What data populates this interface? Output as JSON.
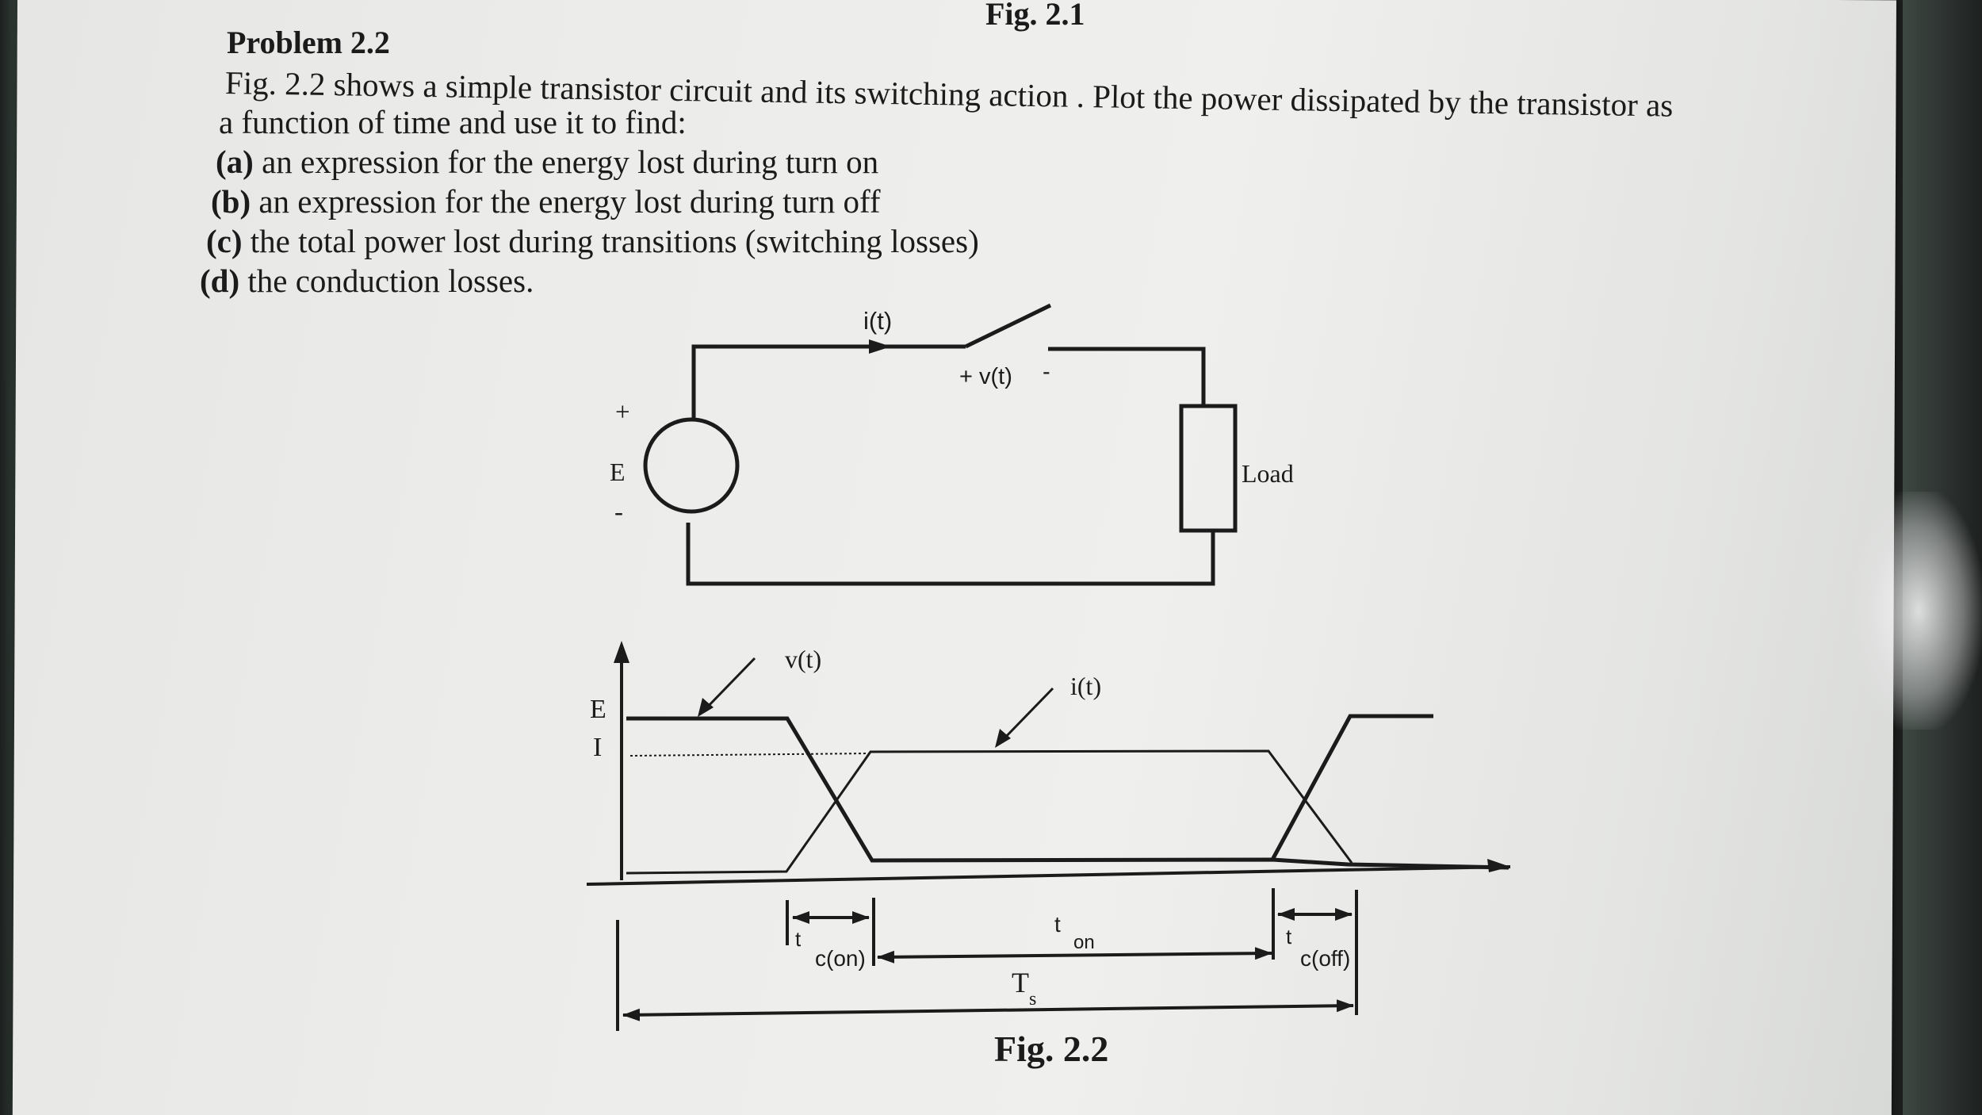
{
  "page": {
    "fig_top": "Fig. 2.1",
    "problem_title": "Problem 2.2",
    "intro_line1": "Fig. 2.2 shows  a simple transistor circuit and its  switching action . Plot the power dissipated by the transistor as",
    "intro_line2": "a function of time and use it to find:",
    "questions": [
      {
        "tag": "(a)",
        "text": " an expression for the energy lost during turn on"
      },
      {
        "tag": "(b)",
        "text": " an expression for the energy lost during turn off"
      },
      {
        "tag": "(c)",
        "text": " the total power lost during transitions (switching losses)"
      },
      {
        "tag": "(d)",
        "text": " the conduction losses."
      }
    ],
    "figure_caption": "Fig. 2.2"
  },
  "circuit": {
    "current_label": "i(t)",
    "voltage_label": "+ v(t)",
    "voltage_minus": "-",
    "source_plus": "+",
    "source_label": "E",
    "source_minus": "-",
    "load_label": "Load"
  },
  "waveform": {
    "y_label_E": "E",
    "y_label_I": "I",
    "v_label": "v(t)",
    "i_label": "i(t)",
    "t_con_t": "t",
    "t_con_sub": "c(on)",
    "t_on_t": "t",
    "t_on_sub": "on",
    "t_coff_t": "t",
    "t_coff_sub": "c(off)",
    "Ts_T": "T",
    "Ts_sub": "s"
  },
  "colors": {
    "ink": "#1b1b1b",
    "paper": "#ececea"
  }
}
